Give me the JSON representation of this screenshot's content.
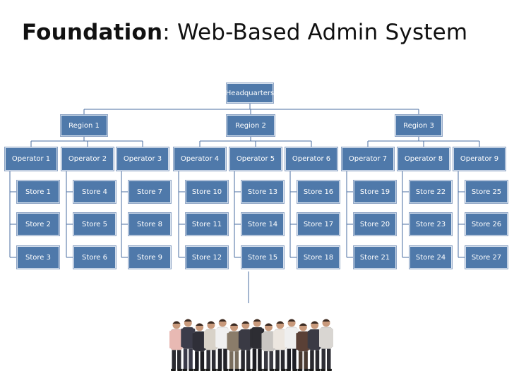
{
  "title": {
    "bold": "Foundation",
    "rest": ": Web-Based Admin System"
  },
  "colors": {
    "box_fill": "#4f79aa",
    "box_border": "#8ea4c4",
    "connector": "#4a6ea0"
  },
  "org": {
    "root": "Headquarters",
    "regions": [
      {
        "label": "Region 1",
        "operators": [
          {
            "label": "Operator 1",
            "stores": [
              "Store 1",
              "Store 2",
              "Store 3"
            ]
          },
          {
            "label": "Operator 2",
            "stores": [
              "Store 4",
              "Store 5",
              "Store 6"
            ]
          },
          {
            "label": "Operator 3",
            "stores": [
              "Store 7",
              "Store 8",
              "Store 9"
            ]
          }
        ]
      },
      {
        "label": "Region 2",
        "operators": [
          {
            "label": "Operator 4",
            "stores": [
              "Store 10",
              "Store 11",
              "Store 12"
            ]
          },
          {
            "label": "Operator 5",
            "stores": [
              "Store 13",
              "Store 14",
              "Store 15"
            ]
          },
          {
            "label": "Operator 6",
            "stores": [
              "Store 16",
              "Store 17",
              "Store 18"
            ]
          }
        ]
      },
      {
        "label": "Region 3",
        "operators": [
          {
            "label": "Operator 7",
            "stores": [
              "Store 19",
              "Store 20",
              "Store 21"
            ]
          },
          {
            "label": "Operator 8",
            "stores": [
              "Store 22",
              "Store 23",
              "Store 24"
            ]
          },
          {
            "label": "Operator 9",
            "stores": [
              "Store 25",
              "Store 26",
              "Store 27"
            ]
          }
        ]
      }
    ]
  },
  "people_count": 14
}
